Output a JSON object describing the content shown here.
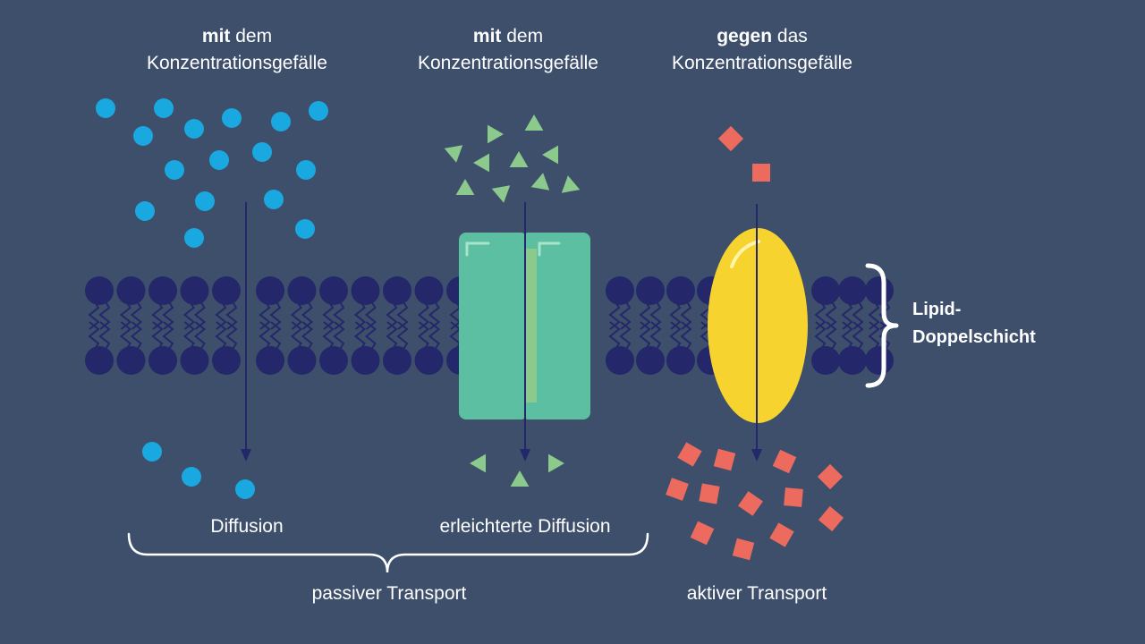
{
  "headers": [
    {
      "bold": "mit",
      "rest": " dem",
      "line2": "Konzentrationsgefälle"
    },
    {
      "bold": "mit",
      "rest": " dem",
      "line2": "Konzentrationsgefälle"
    },
    {
      "bold": "gegen",
      "rest": " das",
      "line2": "Konzentrationsgefälle"
    }
  ],
  "labels": {
    "diffusion": "Diffusion",
    "facilitated": "erleichterte Diffusion",
    "passive": "passiver Transport",
    "active": "aktiver Transport",
    "membrane_line1": "Lipid-",
    "membrane_line2": "Doppelschicht"
  },
  "colors": {
    "background": "#3d4f6b",
    "phospholipid": "#24276a",
    "molecule_diffusion": "#1aa8e0",
    "molecule_facilitated": "#8cc98c",
    "molecule_active": "#ec6b5e",
    "channel_protein": "#5dbfa2",
    "carrier_protein": "#f7d32f"
  }
}
